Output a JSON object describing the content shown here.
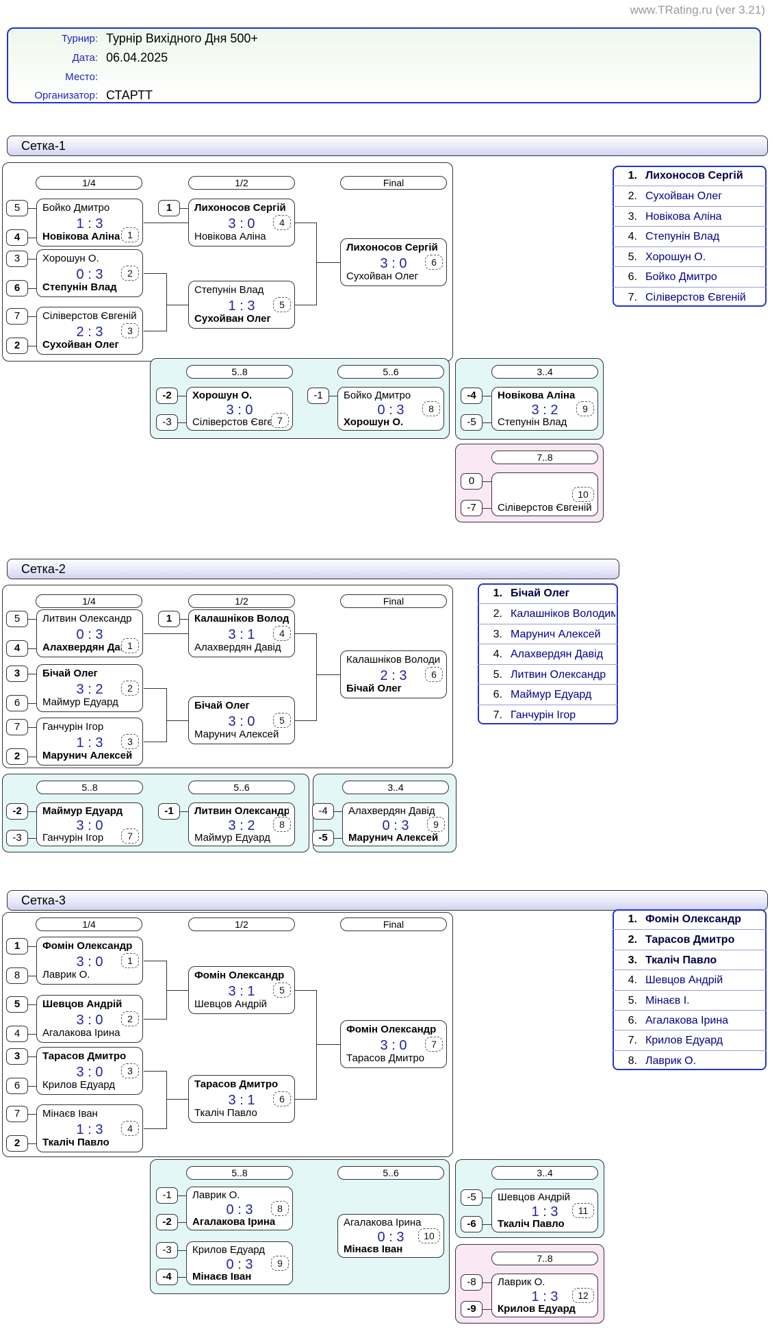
{
  "site_link": "www.TRating.ru (ver 3.21)",
  "colors": {
    "accent_blue": "#2233cc",
    "label_blue": "#2222bb",
    "score_blue": "#2222a0",
    "name_navy": "#00008b",
    "cyan_panel": "#e3f7f7",
    "pink_panel": "#fae9f5",
    "link_gray": "#9a9a9a"
  },
  "info": {
    "rows": [
      {
        "label": "Турнир:",
        "value": "Турнір Вихідного Дня 500+"
      },
      {
        "label": "Дата:",
        "value": "06.04.2025"
      },
      {
        "label": "Место:",
        "value": ""
      },
      {
        "label": "Организатор:",
        "value": "СТАРТТ"
      }
    ]
  },
  "sections": [
    {
      "title": "Сетка-1",
      "rounds": [
        "1/4",
        "1/2",
        "Final"
      ],
      "quarters": [
        {
          "seed_top": "5",
          "seed_bot": "4",
          "p1": "Бойко Дмитро",
          "p2": "Новікова Аліна",
          "score": "1 : 3",
          "winner": 2,
          "num": "1"
        },
        {
          "seed_top": "3",
          "seed_bot": "6",
          "p1": "Хорошун О.",
          "p2": "Степунін Влад",
          "score": "0 : 3",
          "winner": 2,
          "num": "2"
        },
        {
          "seed_top": "7",
          "seed_bot": "2",
          "p1": "Сіліверстов Євгеній",
          "p2": "Сухойван Олег",
          "score": "2 : 3",
          "winner": 2,
          "num": "3"
        }
      ],
      "semis": [
        {
          "seed_top": "1",
          "p1": "Лихоносов Сергій",
          "p2": "Новікова Аліна",
          "score": "3 : 0",
          "winner": 1,
          "num": "4"
        },
        {
          "p1": "Степунін Влад",
          "p2": "Сухойван Олег",
          "score": "1 : 3",
          "winner": 2,
          "num": "5"
        }
      ],
      "final": {
        "p1": "Лихоносов Сергій",
        "p2": "Сухойван Олег",
        "score": "3 : 0",
        "winner": 1,
        "num": "6"
      },
      "standings": [
        {
          "pos": "1.",
          "name": "Лихоносов Сергій",
          "bold": true
        },
        {
          "pos": "2.",
          "name": "Сухойван Олег",
          "bold": false
        },
        {
          "pos": "3.",
          "name": "Новікова Аліна",
          "bold": false
        },
        {
          "pos": "4.",
          "name": "Степунін Влад",
          "bold": false
        },
        {
          "pos": "5.",
          "name": "Хорошун О.",
          "bold": false
        },
        {
          "pos": "6.",
          "name": "Бойко Дмитро",
          "bold": false
        },
        {
          "pos": "7.",
          "name": "Сіліверстов Євгеній",
          "bold": false
        }
      ],
      "consolation": [
        {
          "panel": "cyan",
          "pills": [
            "5..8",
            "5..6"
          ],
          "matches": [
            {
              "seed_top": "-2",
              "seed_bot": "-3",
              "p1": "Хорошун О.",
              "p2": "Сіліверстов Євгеній",
              "score": "3 : 0",
              "winner": 1,
              "num": "7"
            },
            {
              "seed_top": "-1",
              "p1": "Бойко Дмитро",
              "p2": "Хорошун О.",
              "score": "0 : 3",
              "winner": 2,
              "num": "8"
            }
          ]
        },
        {
          "panel": "cyan",
          "pills": [
            "3..4"
          ],
          "matches": [
            {
              "seed_top": "-4",
              "seed_bot": "-5",
              "p1": "Новікова Аліна",
              "p2": "Степунін Влад",
              "score": "3 : 2",
              "winner": 1,
              "num": "9"
            }
          ]
        },
        {
          "panel": "pink",
          "pills": [
            "7..8"
          ],
          "matches": [
            {
              "seed_top": "0",
              "seed_bot": "-7",
              "p1": "",
              "p2": "Сіліверстов Євгеній",
              "score": "",
              "winner": 0,
              "num": "10"
            }
          ]
        }
      ]
    },
    {
      "title": "Сетка-2",
      "rounds": [
        "1/4",
        "1/2",
        "Final"
      ],
      "quarters": [
        {
          "seed_top": "5",
          "seed_bot": "4",
          "p1": "Литвин Олександр",
          "p2": "Алахвердян Давід",
          "score": "0 : 3",
          "winner": 2,
          "num": "1"
        },
        {
          "seed_top": "3",
          "seed_bot": "6",
          "p1": "Бічай Олег",
          "p2": "Маймур Едуард",
          "score": "3 : 2",
          "winner": 1,
          "num": "2"
        },
        {
          "seed_top": "7",
          "seed_bot": "2",
          "p1": "Ганчурін Ігор",
          "p2": "Марунич Алексей",
          "score": "1 : 3",
          "winner": 2,
          "num": "3"
        }
      ],
      "semis": [
        {
          "seed_top": "1",
          "p1": "Калашніков Володимир",
          "p2": "Алахвердян Давід",
          "score": "3 : 1",
          "winner": 1,
          "num": "4"
        },
        {
          "p1": "Бічай Олег",
          "p2": "Марунич Алексей",
          "score": "3 : 0",
          "winner": 1,
          "num": "5"
        }
      ],
      "final": {
        "p1": "Калашніков Володимир",
        "p2": "Бічай Олег",
        "score": "2 : 3",
        "winner": 2,
        "num": "6"
      },
      "standings": [
        {
          "pos": "1.",
          "name": "Бічай Олег",
          "bold": true
        },
        {
          "pos": "2.",
          "name": "Калашніков Володимир",
          "bold": false
        },
        {
          "pos": "3.",
          "name": "Марунич Алексей",
          "bold": false
        },
        {
          "pos": "4.",
          "name": "Алахвердян Давід",
          "bold": false
        },
        {
          "pos": "5.",
          "name": "Литвин Олександр",
          "bold": false
        },
        {
          "pos": "6.",
          "name": "Маймур Едуард",
          "bold": false
        },
        {
          "pos": "7.",
          "name": "Ганчурін Ігор",
          "bold": false
        }
      ],
      "consolation": [
        {
          "panel": "cyan",
          "pills": [
            "5..8",
            "5..6"
          ],
          "matches": [
            {
              "seed_top": "-2",
              "seed_bot": "-3",
              "p1": "Маймур Едуард",
              "p2": "Ганчурін Ігор",
              "score": "3 : 0",
              "winner": 1,
              "num": "7"
            },
            {
              "seed_top": "-1",
              "p1": "Литвин Олександр",
              "p2": "Маймур Едуард",
              "score": "3 : 2",
              "winner": 1,
              "num": "8"
            }
          ]
        },
        {
          "panel": "cyan",
          "pills": [
            "3..4"
          ],
          "matches": [
            {
              "seed_top": "-4",
              "seed_bot": "-5",
              "p1": "Алахвердян Давід",
              "p2": "Марунич Алексей",
              "score": "0 : 3",
              "winner": 2,
              "num": "9"
            }
          ]
        }
      ]
    },
    {
      "title": "Сетка-3",
      "rounds": [
        "1/4",
        "1/2",
        "Final"
      ],
      "quarters": [
        {
          "seed_top": "1",
          "seed_bot": "8",
          "p1": "Фомін Олександр",
          "p2": "Лаврик О.",
          "score": "3 : 0",
          "winner": 1,
          "num": "1"
        },
        {
          "seed_top": "5",
          "seed_bot": "4",
          "p1": "Шевцов Андрій",
          "p2": "Агалакова Ірина",
          "score": "3 : 0",
          "winner": 1,
          "num": "2"
        },
        {
          "seed_top": "3",
          "seed_bot": "6",
          "p1": "Тарасов Дмитро",
          "p2": "Крилов Едуард",
          "score": "3 : 0",
          "winner": 1,
          "num": "3"
        },
        {
          "seed_top": "7",
          "seed_bot": "2",
          "p1": "Мінаєв Іван",
          "p2": "Ткаліч Павло",
          "score": "1 : 3",
          "winner": 2,
          "num": "4"
        }
      ],
      "semis": [
        {
          "p1": "Фомін Олександр",
          "p2": "Шевцов Андрій",
          "score": "3 : 1",
          "winner": 1,
          "num": "5"
        },
        {
          "p1": "Тарасов Дмитро",
          "p2": "Ткаліч Павло",
          "score": "3 : 1",
          "winner": 1,
          "num": "6"
        }
      ],
      "final": {
        "p1": "Фомін Олександр",
        "p2": "Тарасов Дмитро",
        "score": "3 : 0",
        "winner": 1,
        "num": "7"
      },
      "standings": [
        {
          "pos": "1.",
          "name": "Фомін Олександр",
          "bold": true
        },
        {
          "pos": "2.",
          "name": "Тарасов Дмитро",
          "bold": true
        },
        {
          "pos": "3.",
          "name": "Ткаліч Павло",
          "bold": true
        },
        {
          "pos": "4.",
          "name": "Шевцов Андрій",
          "bold": false
        },
        {
          "pos": "5.",
          "name": "Мінаєв І.",
          "bold": false
        },
        {
          "pos": "6.",
          "name": "Агалакова Ірина",
          "bold": false
        },
        {
          "pos": "7.",
          "name": "Крилов Едуард",
          "bold": false
        },
        {
          "pos": "8.",
          "name": "Лаврик О.",
          "bold": false
        }
      ],
      "consolation": [
        {
          "panel": "cyan",
          "pills": [
            "5..8",
            "5..6"
          ],
          "matches": [
            {
              "seed_top": "-1",
              "seed_bot": "-2",
              "p1": "Лаврик О.",
              "p2": "Агалакова Ірина",
              "score": "0 : 3",
              "winner": 2,
              "num": "8"
            },
            {
              "seed_top": "-3",
              "seed_bot": "-4",
              "p1": "Крилов Едуард",
              "p2": "Мінаєв Іван",
              "score": "0 : 3",
              "winner": 2,
              "num": "9"
            },
            {
              "p1": "Агалакова Ірина",
              "p2": "Мінаєв Іван",
              "score": "0 : 3",
              "winner": 2,
              "num": "10"
            }
          ]
        },
        {
          "panel": "cyan",
          "pills": [
            "3..4"
          ],
          "matches": [
            {
              "seed_top": "-5",
              "seed_bot": "-6",
              "p1": "Шевцов Андрій",
              "p2": "Ткаліч Павло",
              "score": "1 : 3",
              "winner": 2,
              "num": "11"
            }
          ]
        },
        {
          "panel": "pink",
          "pills": [
            "7..8"
          ],
          "matches": [
            {
              "seed_top": "-8",
              "seed_bot": "-9",
              "p1": "Лаврик О.",
              "p2": "Крилов Едуард",
              "score": "1 : 3",
              "winner": 2,
              "num": "12"
            }
          ]
        }
      ]
    }
  ]
}
